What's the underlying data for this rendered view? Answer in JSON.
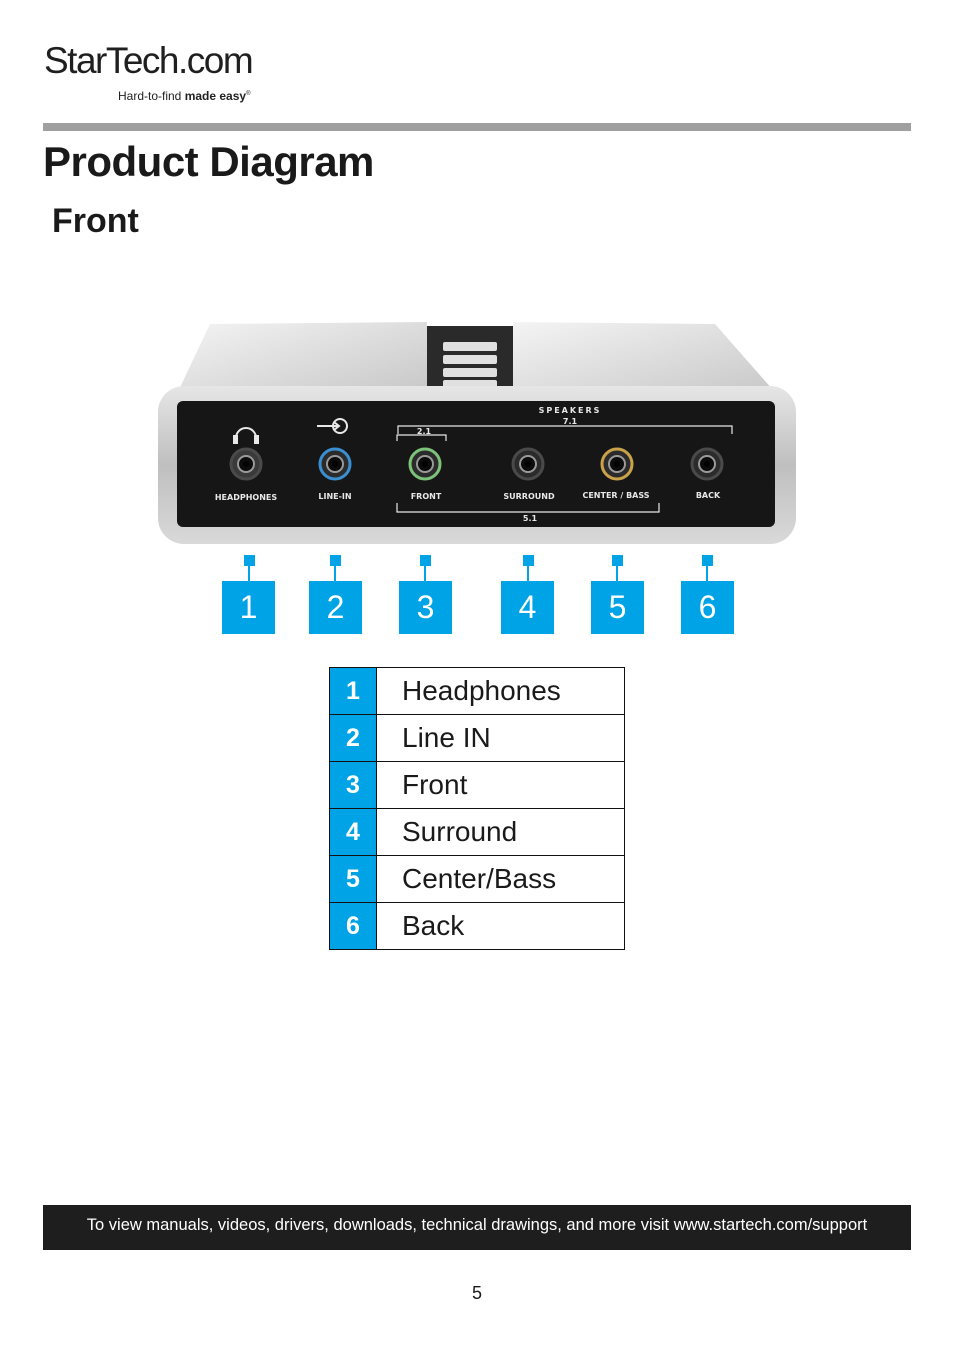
{
  "brand": {
    "name": "StarTech.com",
    "tagline_plain": "Hard-to-find",
    "tagline_bold": "made easy",
    "mark": "®"
  },
  "heading": {
    "title": "Product Diagram",
    "subtitle": "Front"
  },
  "device": {
    "top_label": "SPEAKERS",
    "group_71": "7.1",
    "group_21": "2.1",
    "group_51": "5.1",
    "jacks": [
      {
        "label": "HEADPHONES",
        "ring_color": "#4a4a4a"
      },
      {
        "label": "LINE-IN",
        "ring_color": "#3a8fd0"
      },
      {
        "label": "FRONT",
        "ring_color": "#7cc27a"
      },
      {
        "label": "SURROUND",
        "ring_color": "#4a4a4a"
      },
      {
        "label": "CENTER / BASS",
        "ring_color": "#c9a24a"
      },
      {
        "label": "BACK",
        "ring_color": "#4a4a4a"
      }
    ]
  },
  "callouts": [
    "1",
    "2",
    "3",
    "4",
    "5",
    "6"
  ],
  "legend": [
    {
      "num": "1",
      "label": "Headphones"
    },
    {
      "num": "2",
      "label": "Line IN"
    },
    {
      "num": "3",
      "label": "Front"
    },
    {
      "num": "4",
      "label": "Surround"
    },
    {
      "num": "5",
      "label": "Center/Bass"
    },
    {
      "num": "6",
      "label": "Back"
    }
  ],
  "footer": {
    "text": "To view manuals, videos, drivers, downloads, technical drawings, and more visit www.startech.com/support",
    "page_number": "5"
  },
  "colors": {
    "accent": "#00a3e6",
    "rule": "#a0a0a0",
    "footer_bg": "#1e1e1e"
  }
}
